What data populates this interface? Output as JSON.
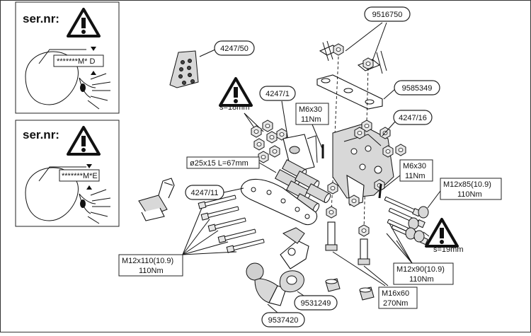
{
  "serial_panels": [
    {
      "title": "ser.nr:",
      "code": "*******M* D"
    },
    {
      "title": "ser.nr:",
      "code": "*******M*E"
    }
  ],
  "callouts": {
    "p4247_50": "4247/50",
    "p9516750": "9516750",
    "p9585349": "9585349",
    "p4247_1": "4247/1",
    "p4247_16": "4247/16",
    "p4247_11": "4247/11",
    "p9531249": "9531249",
    "p9537420": "9537420"
  },
  "specs": {
    "s18": "s=18mm",
    "s19": "s=19mm",
    "m6_left_a": "M6x30",
    "m6_left_b": "11Nm",
    "m6_right_a": "M6x30",
    "m6_right_b": "11Nm",
    "tube": "ø25x15 L=67mm",
    "m12x85_a": "M12x85(10.9)",
    "m12x85_b": "110Nm",
    "m12x110_a": "M12x110(10.9)",
    "m12x110_b": "110Nm",
    "m12x90_a": "M12x90(10.9)",
    "m12x90_b": "110Nm",
    "m16_a": "M16x60",
    "m16_b": "270Nm"
  },
  "icons": [
    "warning-icon",
    "eye-icon"
  ]
}
